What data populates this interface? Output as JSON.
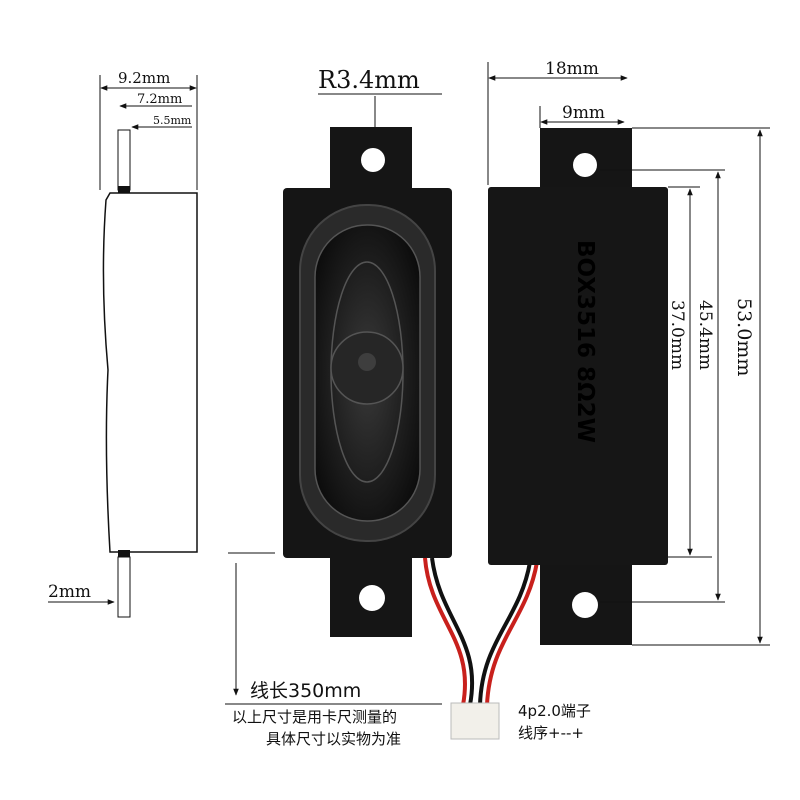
{
  "side_view": {
    "width_total": "9.2mm",
    "width_mid": "7.2mm",
    "width_tab": "5.5mm",
    "tab_thickness": "2mm"
  },
  "front_view": {
    "hole_radius": "R3.4mm"
  },
  "back_view": {
    "width_total": "18mm",
    "hole_offset": "9mm",
    "height_total": "53.0mm",
    "hole_spacing": "45.4mm",
    "body_height": "37.0mm",
    "model_label": "BOX3516 8Ω2W"
  },
  "notes": {
    "wire_length": "线长350mm",
    "note_line1": "以上尺寸是用卡尺测量的",
    "note_line2": "具体尺寸以实物为准",
    "connector": "4p2.0端子",
    "wire_order": "线序+--+"
  },
  "colors": {
    "body": "#151515",
    "wire_red": "#c8201c",
    "wire_black": "#111111",
    "connector": "#f2f0ea"
  }
}
